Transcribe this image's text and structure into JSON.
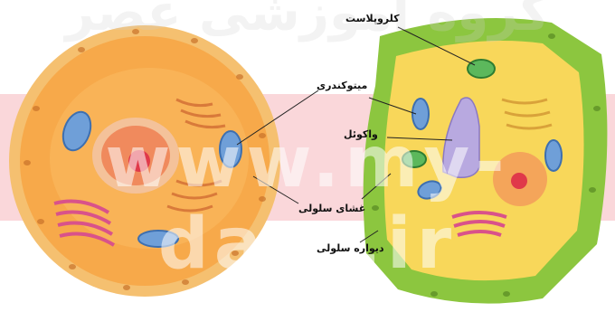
{
  "watermark": {
    "top_text": "گروه آموزشی عصر",
    "site_text": "www.my-dars.ir",
    "band_color": "#f4a6ad"
  },
  "labels": {
    "chloroplast": "کلروپلاست",
    "mitochondria": "میتوکندری",
    "vacuole": "واکوئل",
    "cell_membrane": "غشای سلولی",
    "cell_wall": "دیواره سلولی"
  },
  "colors": {
    "animal_cytoplasm": "#f7a94a",
    "animal_membrane": "#f5c070",
    "plant_wall": "#8cc63f",
    "plant_cytoplasm": "#f8d75a",
    "nucleus": "#f08a5d",
    "vacuole": "#b8a9e0",
    "chloroplast": "#5cb85c",
    "mitochondria": "#6f9fd8",
    "golgi": "#d9528a"
  }
}
